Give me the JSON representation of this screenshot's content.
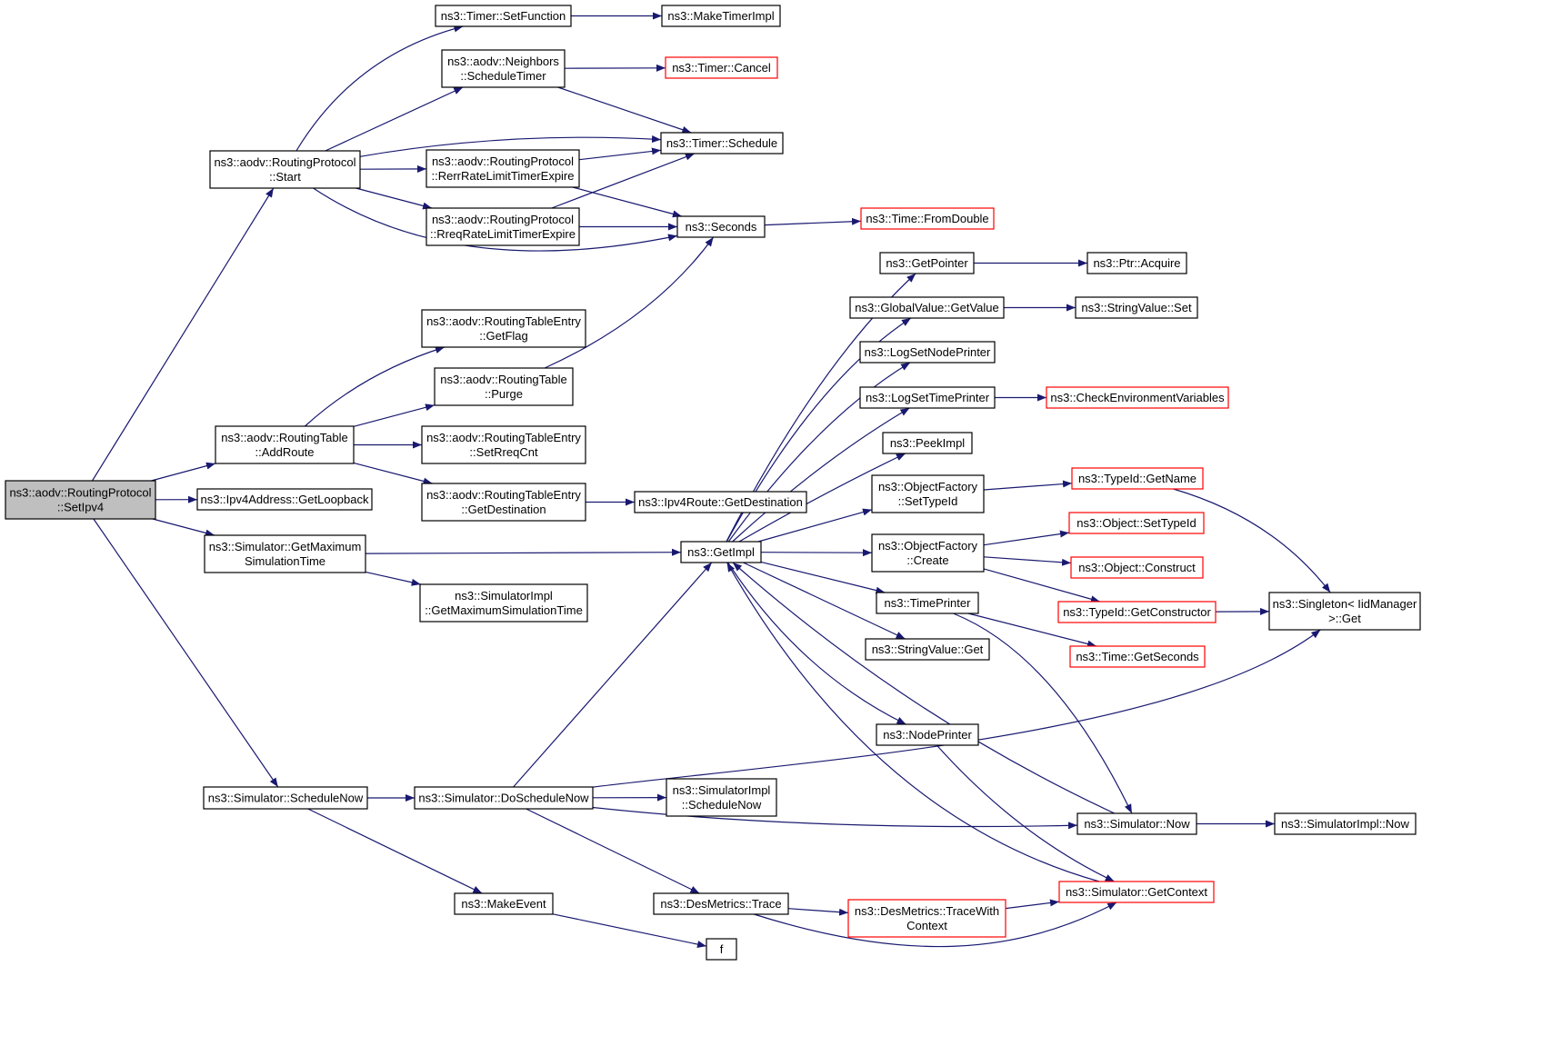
{
  "graph": {
    "colors": {
      "edge": "#191970",
      "node_border": "#000000",
      "node_border_incomplete": "#ff0000",
      "root_fill": "#bfbfbf",
      "node_fill": "#ffffff",
      "text": "#000000"
    },
    "nodes": [
      {
        "id": "root",
        "lines": [
          "ns3::aodv::RoutingProtocol",
          "::SetIpv4"
        ],
        "style": "root"
      },
      {
        "id": "start",
        "lines": [
          "ns3::aodv::RoutingProtocol",
          "::Start"
        ],
        "style": "normal"
      },
      {
        "id": "addroute",
        "lines": [
          "ns3::aodv::RoutingTable",
          "::AddRoute"
        ],
        "style": "normal"
      },
      {
        "id": "getloopback",
        "lines": [
          "ns3::Ipv4Address::GetLoopback"
        ],
        "style": "normal"
      },
      {
        "id": "getmaxsim",
        "lines": [
          "ns3::Simulator::GetMaximum",
          "SimulationTime"
        ],
        "style": "normal"
      },
      {
        "id": "schedulenow",
        "lines": [
          "ns3::Simulator::ScheduleNow"
        ],
        "style": "normal"
      },
      {
        "id": "setfunction",
        "lines": [
          "ns3::Timer::SetFunction"
        ],
        "style": "normal"
      },
      {
        "id": "neighbors",
        "lines": [
          "ns3::aodv::Neighbors",
          "::ScheduleTimer"
        ],
        "style": "normal"
      },
      {
        "id": "rerr",
        "lines": [
          "ns3::aodv::RoutingProtocol",
          "::RerrRateLimitTimerExpire"
        ],
        "style": "normal"
      },
      {
        "id": "rreq",
        "lines": [
          "ns3::aodv::RoutingProtocol",
          "::RreqRateLimitTimerExpire"
        ],
        "style": "normal"
      },
      {
        "id": "getflag",
        "lines": [
          "ns3::aodv::RoutingTableEntry",
          "::GetFlag"
        ],
        "style": "normal"
      },
      {
        "id": "purge",
        "lines": [
          "ns3::aodv::RoutingTable",
          "::Purge"
        ],
        "style": "normal"
      },
      {
        "id": "setrreq",
        "lines": [
          "ns3::aodv::RoutingTableEntry",
          "::SetRreqCnt"
        ],
        "style": "normal"
      },
      {
        "id": "getdest",
        "lines": [
          "ns3::aodv::RoutingTableEntry",
          "::GetDestination"
        ],
        "style": "normal"
      },
      {
        "id": "simimplmax",
        "lines": [
          "ns3::SimulatorImpl",
          "::GetMaximumSimulationTime"
        ],
        "style": "normal"
      },
      {
        "id": "doschedulenow",
        "lines": [
          "ns3::Simulator::DoScheduleNow"
        ],
        "style": "normal"
      },
      {
        "id": "makeevent",
        "lines": [
          "ns3::MakeEvent"
        ],
        "style": "normal"
      },
      {
        "id": "maketimerimpl",
        "lines": [
          "ns3::MakeTimerImpl"
        ],
        "style": "normal"
      },
      {
        "id": "timercancel",
        "lines": [
          "ns3::Timer::Cancel"
        ],
        "style": "incomplete"
      },
      {
        "id": "timerschedule",
        "lines": [
          "ns3::Timer::Schedule"
        ],
        "style": "normal"
      },
      {
        "id": "seconds",
        "lines": [
          "ns3::Seconds"
        ],
        "style": "normal"
      },
      {
        "id": "ipv4routegetdest",
        "lines": [
          "ns3::Ipv4Route::GetDestination"
        ],
        "style": "normal"
      },
      {
        "id": "getimpl",
        "lines": [
          "ns3::GetImpl"
        ],
        "style": "normal"
      },
      {
        "id": "simimplschedulenow",
        "lines": [
          "ns3::SimulatorImpl",
          "::ScheduleNow"
        ],
        "style": "normal"
      },
      {
        "id": "destrace",
        "lines": [
          "ns3::DesMetrics::Trace"
        ],
        "style": "normal"
      },
      {
        "id": "f",
        "lines": [
          "f"
        ],
        "style": "normal"
      },
      {
        "id": "fromdouble",
        "lines": [
          "ns3::Time::FromDouble"
        ],
        "style": "incomplete"
      },
      {
        "id": "getpointer",
        "lines": [
          "ns3::GetPointer"
        ],
        "style": "normal"
      },
      {
        "id": "globalgetvalue",
        "lines": [
          "ns3::GlobalValue::GetValue"
        ],
        "style": "normal"
      },
      {
        "id": "logsetnode",
        "lines": [
          "ns3::LogSetNodePrinter"
        ],
        "style": "normal"
      },
      {
        "id": "logsettime",
        "lines": [
          "ns3::LogSetTimePrinter"
        ],
        "style": "normal"
      },
      {
        "id": "peekimpl",
        "lines": [
          "ns3::PeekImpl"
        ],
        "style": "normal"
      },
      {
        "id": "ofsettypeid",
        "lines": [
          "ns3::ObjectFactory",
          "::SetTypeId"
        ],
        "style": "normal"
      },
      {
        "id": "ofcreate",
        "lines": [
          "ns3::ObjectFactory",
          "::Create"
        ],
        "style": "normal"
      },
      {
        "id": "timeprinter",
        "lines": [
          "ns3::TimePrinter"
        ],
        "style": "normal"
      },
      {
        "id": "stringvalueget",
        "lines": [
          "ns3::StringValue::Get"
        ],
        "style": "normal"
      },
      {
        "id": "nodeprinter",
        "lines": [
          "ns3::NodePrinter"
        ],
        "style": "normal"
      },
      {
        "id": "simnow",
        "lines": [
          "ns3::Simulator::Now"
        ],
        "style": "normal"
      },
      {
        "id": "simgetcontext",
        "lines": [
          "ns3::Simulator::GetContext"
        ],
        "style": "incomplete"
      },
      {
        "id": "destracewith",
        "lines": [
          "ns3::DesMetrics::TraceWith",
          "Context"
        ],
        "style": "incomplete"
      },
      {
        "id": "ptracquire",
        "lines": [
          "ns3::Ptr::Acquire"
        ],
        "style": "normal"
      },
      {
        "id": "stringvalueset",
        "lines": [
          "ns3::StringValue::Set"
        ],
        "style": "normal"
      },
      {
        "id": "checkenv",
        "lines": [
          "ns3::CheckEnvironmentVariables"
        ],
        "style": "incomplete"
      },
      {
        "id": "typeidgetname",
        "lines": [
          "ns3::TypeId::GetName"
        ],
        "style": "incomplete"
      },
      {
        "id": "objsettypeid",
        "lines": [
          "ns3::Object::SetTypeId"
        ],
        "style": "incomplete"
      },
      {
        "id": "objconstruct",
        "lines": [
          "ns3::Object::Construct"
        ],
        "style": "incomplete"
      },
      {
        "id": "typeidgetctor",
        "lines": [
          "ns3::TypeId::GetConstructor"
        ],
        "style": "incomplete"
      },
      {
        "id": "timegetseconds",
        "lines": [
          "ns3::Time::GetSeconds"
        ],
        "style": "incomplete"
      },
      {
        "id": "singletonget",
        "lines": [
          "ns3::Singleton< IidManager",
          ">::Get"
        ],
        "style": "normal"
      },
      {
        "id": "simimplnow",
        "lines": [
          "ns3::SimulatorImpl::Now"
        ],
        "style": "normal"
      }
    ],
    "edges": [
      [
        "root",
        "start"
      ],
      [
        "root",
        "addroute"
      ],
      [
        "root",
        "getloopback"
      ],
      [
        "root",
        "getmaxsim"
      ],
      [
        "root",
        "schedulenow"
      ],
      [
        "start",
        "setfunction"
      ],
      [
        "start",
        "neighbors"
      ],
      [
        "start",
        "timerschedule"
      ],
      [
        "start",
        "rerr"
      ],
      [
        "start",
        "rreq"
      ],
      [
        "start",
        "seconds"
      ],
      [
        "setfunction",
        "maketimerimpl"
      ],
      [
        "neighbors",
        "timercancel"
      ],
      [
        "neighbors",
        "timerschedule"
      ],
      [
        "rerr",
        "timerschedule"
      ],
      [
        "rerr",
        "seconds"
      ],
      [
        "rreq",
        "timerschedule"
      ],
      [
        "rreq",
        "seconds"
      ],
      [
        "seconds",
        "fromdouble"
      ],
      [
        "addroute",
        "getflag"
      ],
      [
        "addroute",
        "purge"
      ],
      [
        "addroute",
        "setrreq"
      ],
      [
        "addroute",
        "getdest"
      ],
      [
        "purge",
        "seconds"
      ],
      [
        "getdest",
        "ipv4routegetdest"
      ],
      [
        "getmaxsim",
        "getimpl"
      ],
      [
        "getmaxsim",
        "simimplmax"
      ],
      [
        "schedulenow",
        "doschedulenow"
      ],
      [
        "schedulenow",
        "makeevent"
      ],
      [
        "doschedulenow",
        "getimpl"
      ],
      [
        "doschedulenow",
        "simimplschedulenow"
      ],
      [
        "doschedulenow",
        "simnow"
      ],
      [
        "doschedulenow",
        "destrace"
      ],
      [
        "doschedulenow",
        "singletonget"
      ],
      [
        "makeevent",
        "f"
      ],
      [
        "destrace",
        "destracewith"
      ],
      [
        "destrace",
        "simgetcontext"
      ],
      [
        "destracewith",
        "simgetcontext"
      ],
      [
        "getimpl",
        "getpointer"
      ],
      [
        "getimpl",
        "globalgetvalue"
      ],
      [
        "getimpl",
        "logsetnode"
      ],
      [
        "getimpl",
        "logsettime"
      ],
      [
        "getimpl",
        "peekimpl"
      ],
      [
        "getimpl",
        "ofsettypeid"
      ],
      [
        "getimpl",
        "ofcreate"
      ],
      [
        "getimpl",
        "timeprinter"
      ],
      [
        "getimpl",
        "stringvalueget"
      ],
      [
        "getimpl",
        "nodeprinter"
      ],
      [
        "getpointer",
        "ptracquire"
      ],
      [
        "globalgetvalue",
        "stringvalueset"
      ],
      [
        "logsettime",
        "checkenv"
      ],
      [
        "ofsettypeid",
        "typeidgetname"
      ],
      [
        "ofcreate",
        "objsettypeid"
      ],
      [
        "ofcreate",
        "objconstruct"
      ],
      [
        "ofcreate",
        "typeidgetctor"
      ],
      [
        "typeidgetname",
        "singletonget"
      ],
      [
        "typeidgetctor",
        "singletonget"
      ],
      [
        "timeprinter",
        "simnow"
      ],
      [
        "timeprinter",
        "timegetseconds"
      ],
      [
        "nodeprinter",
        "simgetcontext"
      ],
      [
        "simnow",
        "getimpl"
      ],
      [
        "simnow",
        "simimplnow"
      ],
      [
        "simgetcontext",
        "getimpl"
      ]
    ]
  }
}
